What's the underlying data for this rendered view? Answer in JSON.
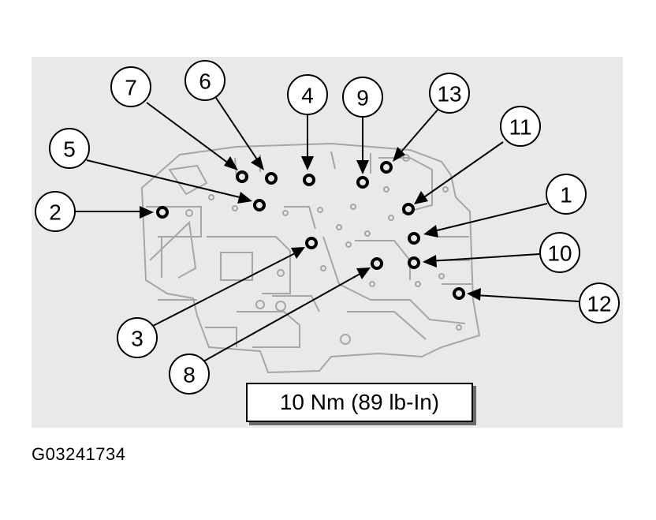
{
  "spec_label": "10 Nm (89 lb-In)",
  "figure_id": "G03241734",
  "callouts": [
    "7",
    "6",
    "4",
    "9",
    "13",
    "5",
    "11",
    "2",
    "1",
    "10",
    "3",
    "12",
    "8"
  ],
  "colors": {
    "background": "#ffffff",
    "diagram_panel": "#e8e8e8",
    "line_art": "#a8a8a8",
    "ink": "#000000"
  }
}
